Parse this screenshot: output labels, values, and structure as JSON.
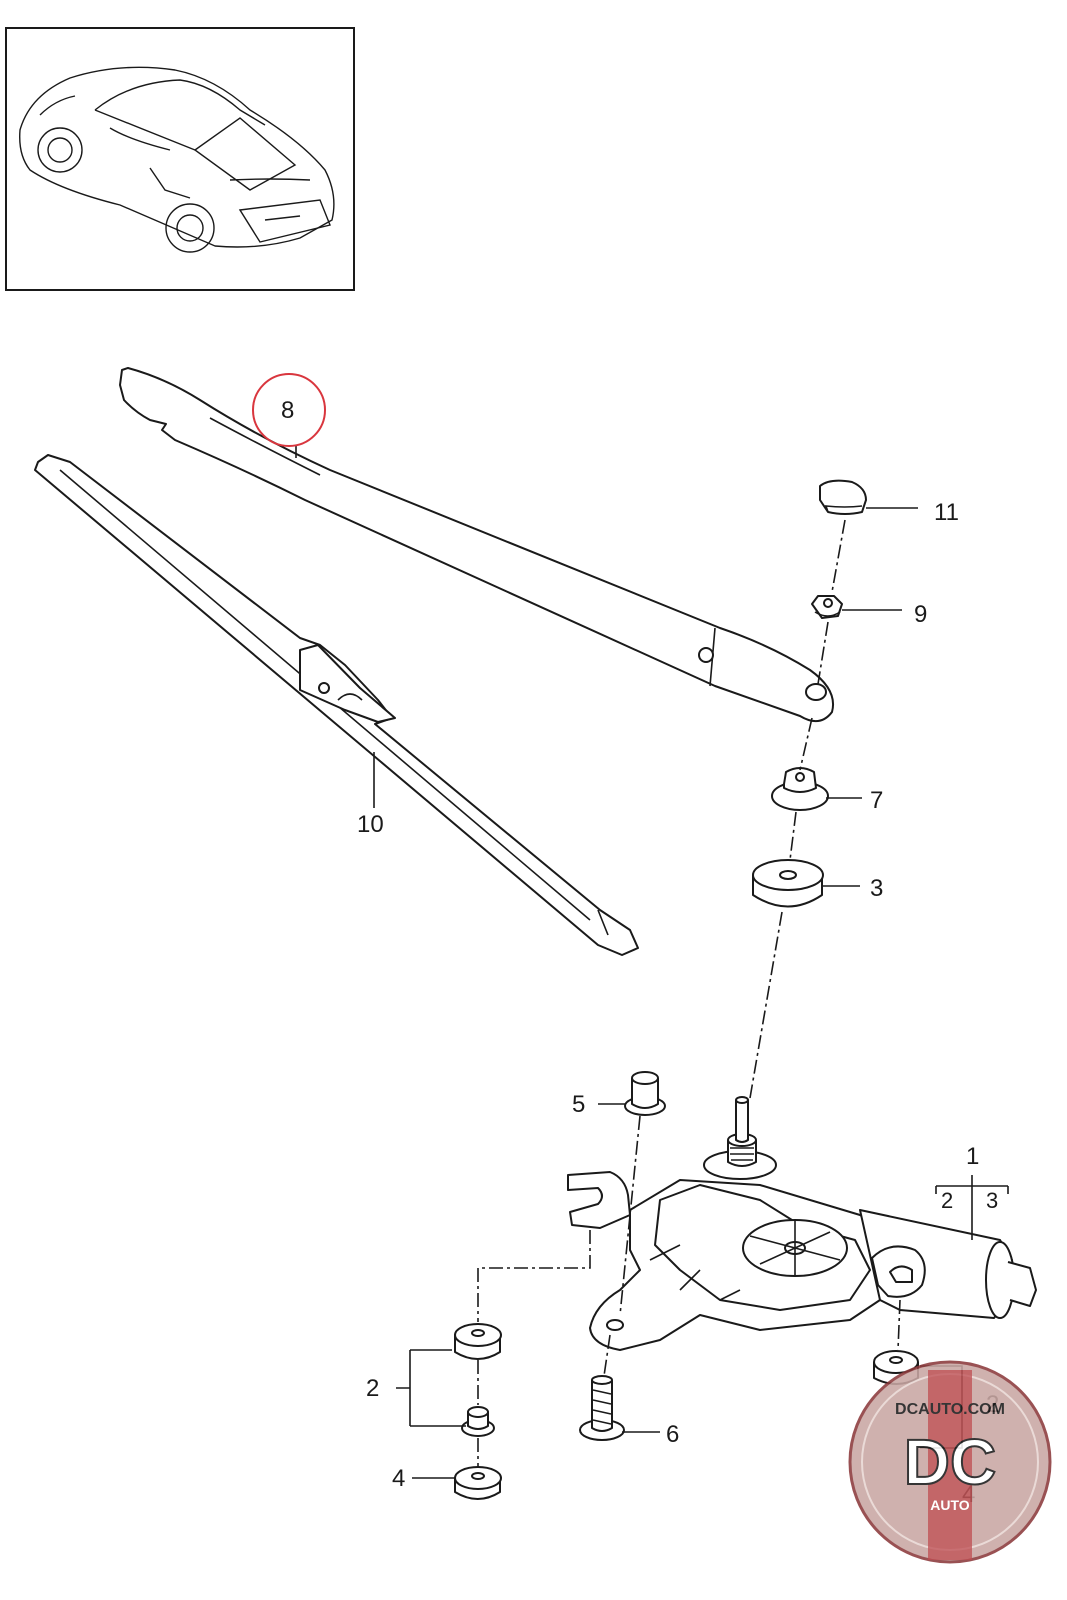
{
  "callouts": {
    "c1": "1",
    "c1_sub2": "2",
    "c1_sub3": "3",
    "c2_left": "2",
    "c2_right": "2",
    "c3": "3",
    "c4_left": "4",
    "c4_right": "4",
    "c5": "5",
    "c6": "6",
    "c7": "7",
    "c8": "8",
    "c9": "9",
    "c10": "10",
    "c11": "11"
  },
  "highlight": {
    "part": "8",
    "color": "#d9363e"
  },
  "watermark": {
    "domain": "DCAUTO.COM",
    "logo": "DC",
    "sub": "AUTO"
  },
  "colors": {
    "line": "#1a1a1a",
    "highlight_ring": "#d9363e",
    "watermark_red": "#b5343a"
  }
}
